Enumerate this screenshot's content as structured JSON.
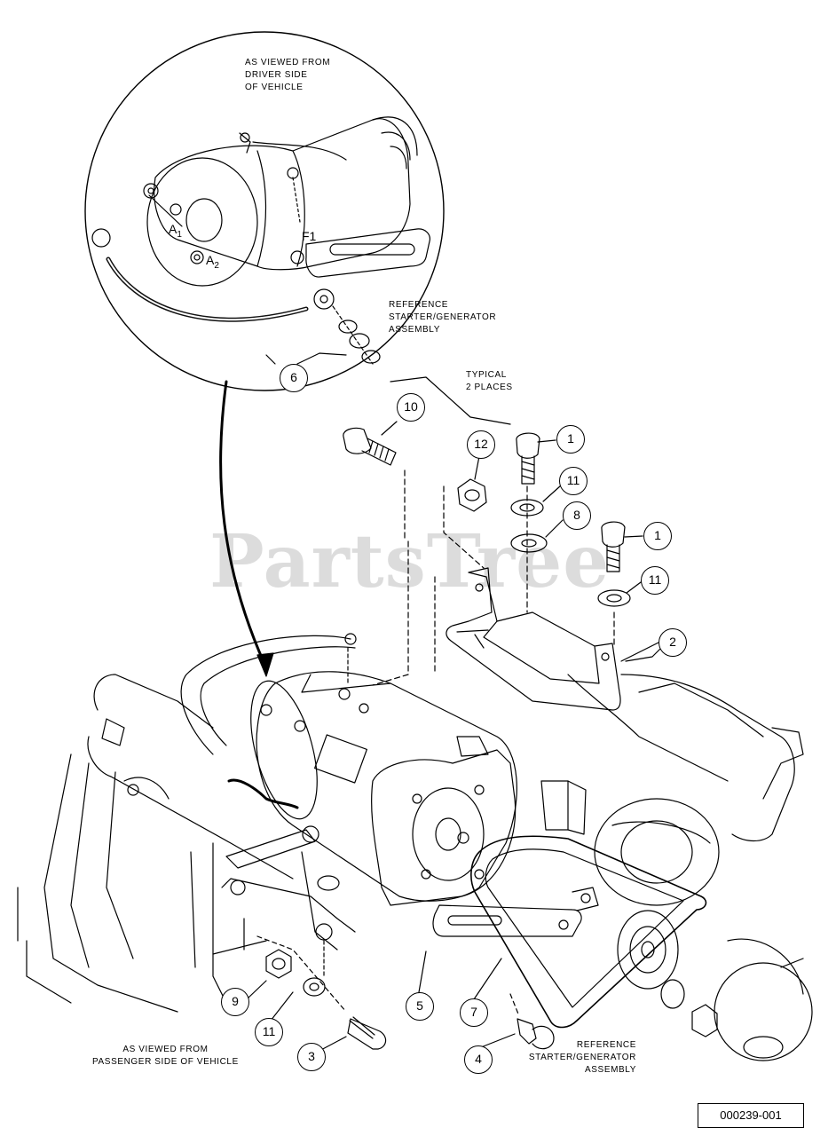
{
  "watermark": "PartsTree",
  "figure_id": "000239-001",
  "labels": {
    "inset_view": [
      "AS VIEWED FROM",
      "DRIVER SIDE",
      "OF VEHICLE"
    ],
    "ref_top": [
      "REFERENCE",
      "STARTER/GENERATOR",
      "ASSEMBLY"
    ],
    "typical": [
      "TYPICAL",
      "2 PLACES"
    ],
    "passenger_view": [
      "AS VIEWED FROM",
      "PASSENGER SIDE OF VEHICLE"
    ],
    "ref_bottom": [
      "REFERENCE",
      "STARTER/GENERATOR",
      "ASSEMBLY"
    ]
  },
  "terminals": {
    "a1": "A",
    "a1_sub": "1",
    "a2": "A",
    "a2_sub": "2",
    "f1": "F1"
  },
  "callouts": {
    "c6": "6",
    "c10": "10",
    "c12": "12",
    "c1a": "1",
    "c11a": "11",
    "c8": "8",
    "c1b": "1",
    "c11b": "11",
    "c2": "2",
    "c9": "9",
    "c11c": "11",
    "c3": "3",
    "c5": "5",
    "c7": "7",
    "c4": "4"
  }
}
